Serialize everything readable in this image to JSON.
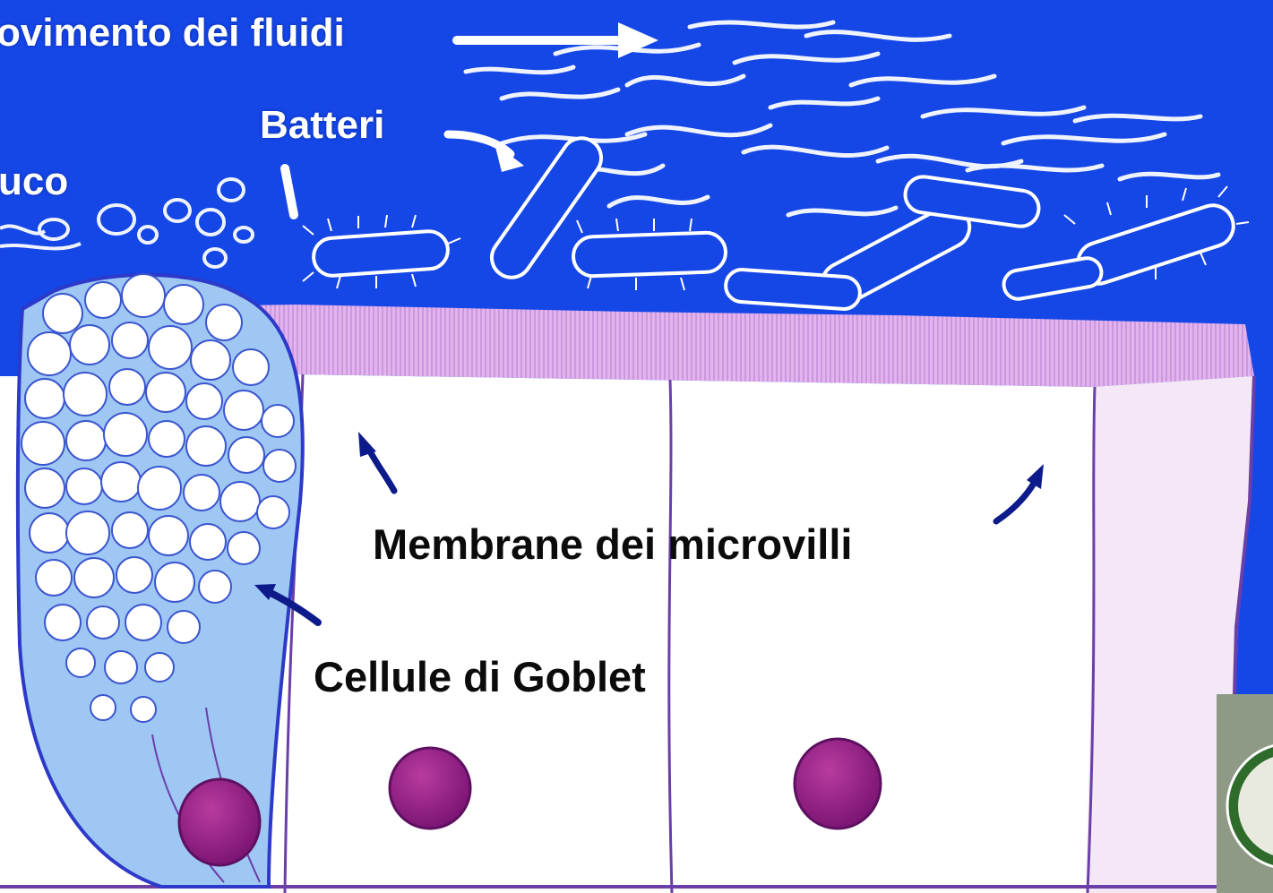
{
  "labels": {
    "fluid_movement": "ovimento dei fluidi",
    "bacteria": "Batteri",
    "mucus": "uco",
    "microvilli": "Membrane dei microvilli",
    "goblet": "Cellule di Goblet"
  },
  "colors": {
    "background": "#1546e6",
    "microvilli_border": "#d9a6e8",
    "cell_body": "#ffffff",
    "membrane_line": "#6a3fa8",
    "nucleus": "#9b1f86",
    "label_black": "#0b0b0b",
    "label_white": "#ffffff"
  },
  "icons": {
    "corner_seal": "university-seal-icon"
  }
}
